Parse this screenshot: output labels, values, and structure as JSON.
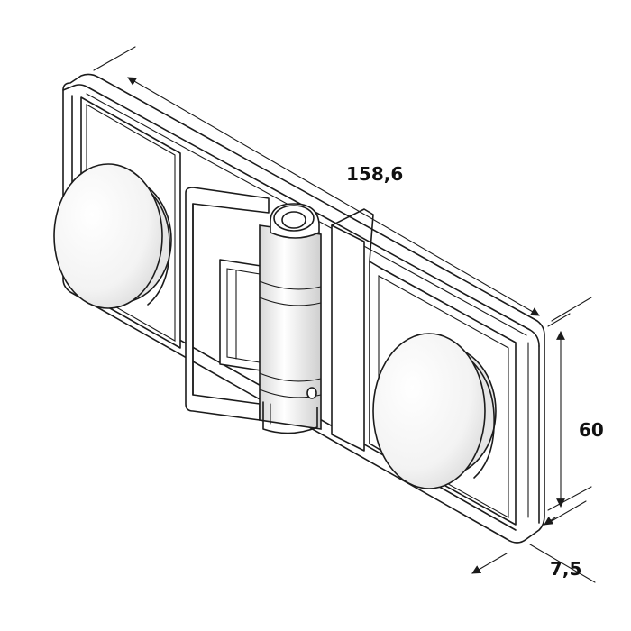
{
  "dimensions": {
    "length": "158,6",
    "height": "60",
    "thickness": "7,5"
  },
  "colors": {
    "line": "#1b1b1b",
    "background": "#ffffff"
  }
}
